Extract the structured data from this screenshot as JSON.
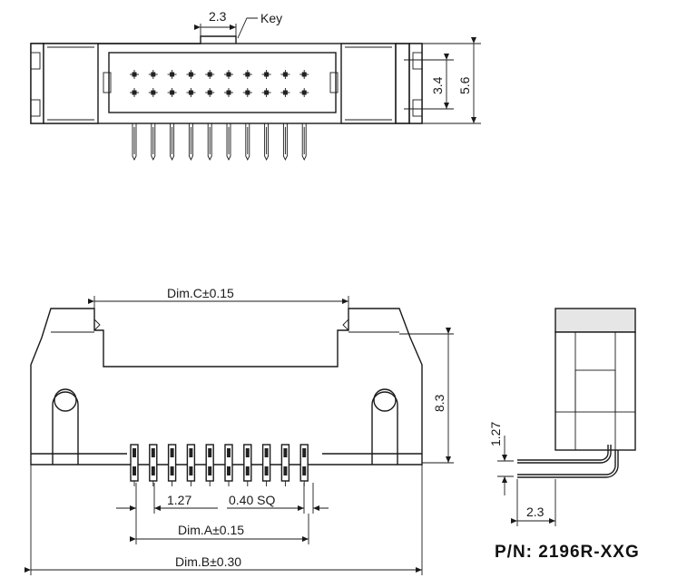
{
  "labels": {
    "key_width": "2.3",
    "key": "Key",
    "height_inner": "3.4",
    "height_outer": "5.6",
    "dim_c": "Dim.C±0.15",
    "height_front": "8.3",
    "pitch": "1.27",
    "pin_size": "0.40 SQ",
    "dim_a": "Dim.A±0.15",
    "dim_b": "Dim.B±0.30",
    "side_pitch": "1.27",
    "side_offset": "2.3",
    "part_number": "P/N: 2196R-XXG"
  },
  "pin_columns": 10,
  "pin_rows": 2
}
